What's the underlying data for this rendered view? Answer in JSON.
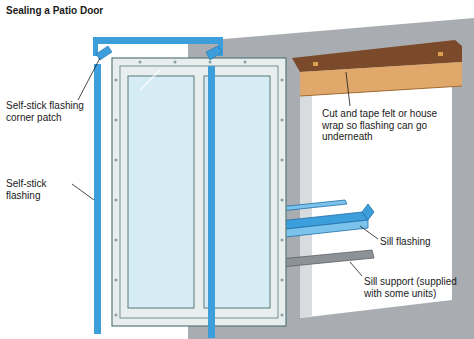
{
  "diagram": {
    "title": "Sealing a Patio Door",
    "labels": [
      "Self-stick flashing corner patch",
      "Self-stick flashing",
      "Cut and tape felt or house wrap so flashing can go underneath",
      "Sill flashing",
      "Sill support (supplied with some units)"
    ]
  }
}
